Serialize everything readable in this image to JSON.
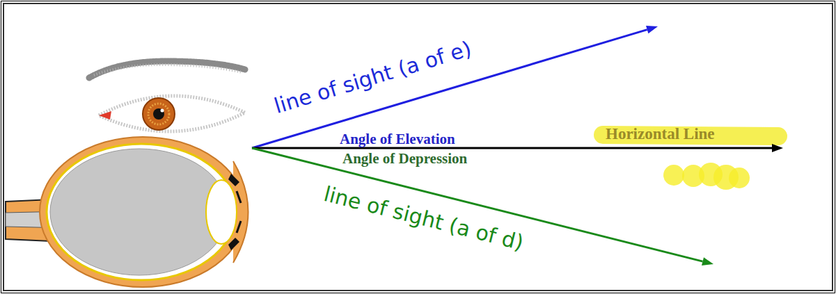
{
  "diagram": {
    "labels": [
      "line of sight (a of e)",
      "Angle of Elevation",
      "Horizontal Line",
      "Angle of Depression",
      "line of sight (a of d)"
    ]
  }
}
